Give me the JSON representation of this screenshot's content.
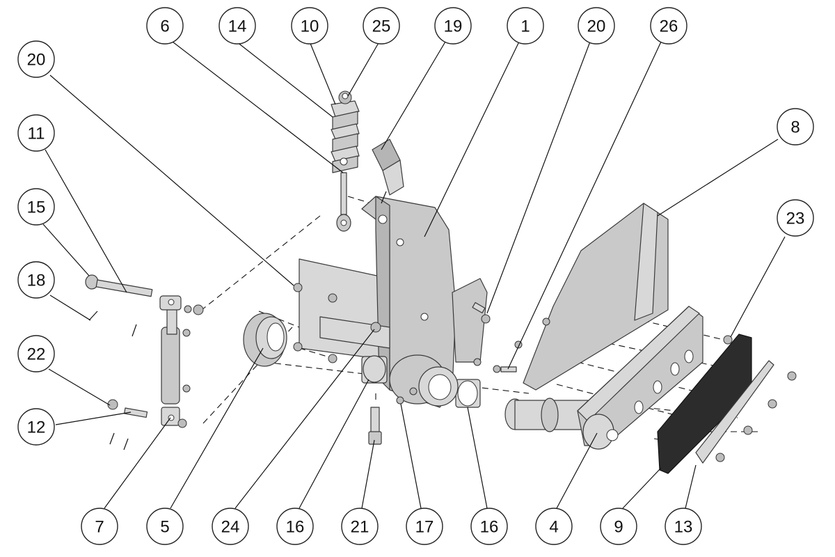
{
  "callouts": [
    {
      "id": "c-6",
      "label": "6"
    },
    {
      "id": "c-14",
      "label": "14"
    },
    {
      "id": "c-10",
      "label": "10"
    },
    {
      "id": "c-25",
      "label": "25"
    },
    {
      "id": "c-19",
      "label": "19"
    },
    {
      "id": "c-1",
      "label": "1"
    },
    {
      "id": "c-20-top",
      "label": "20"
    },
    {
      "id": "c-26",
      "label": "26"
    },
    {
      "id": "c-20-left",
      "label": "20"
    },
    {
      "id": "c-11",
      "label": "11"
    },
    {
      "id": "c-8",
      "label": "8"
    },
    {
      "id": "c-15",
      "label": "15"
    },
    {
      "id": "c-23",
      "label": "23"
    },
    {
      "id": "c-18",
      "label": "18"
    },
    {
      "id": "c-22",
      "label": "22"
    },
    {
      "id": "c-12",
      "label": "12"
    },
    {
      "id": "c-7",
      "label": "7"
    },
    {
      "id": "c-5",
      "label": "5"
    },
    {
      "id": "c-24",
      "label": "24"
    },
    {
      "id": "c-16-left",
      "label": "16"
    },
    {
      "id": "c-21",
      "label": "21"
    },
    {
      "id": "c-17",
      "label": "17"
    },
    {
      "id": "c-16-right",
      "label": "16"
    },
    {
      "id": "c-4",
      "label": "4"
    },
    {
      "id": "c-9",
      "label": "9"
    },
    {
      "id": "c-13",
      "label": "13"
    }
  ]
}
